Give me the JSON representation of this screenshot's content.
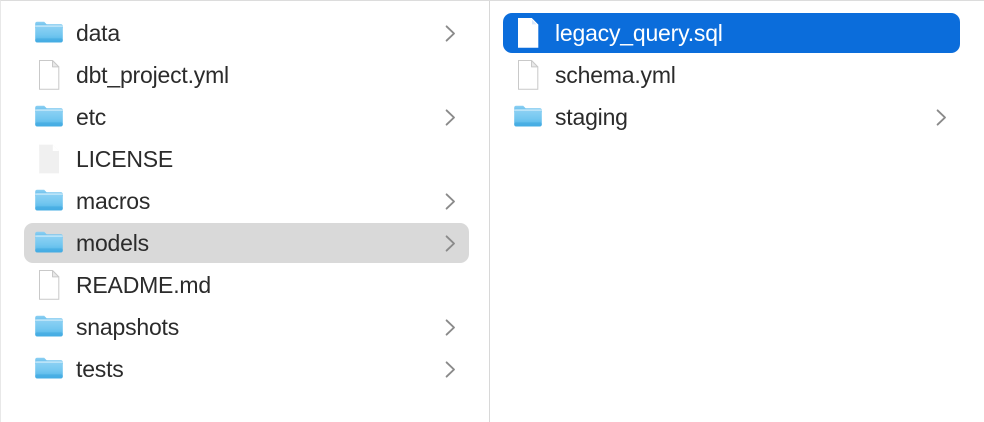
{
  "window": {
    "view": "column",
    "background_color": "#ffffff",
    "divider_color": "#d8d8d8"
  },
  "selection": {
    "active_color": "#0b6ddb",
    "inactive_color": "#d9d9d9",
    "active_text_color": "#ffffff",
    "text_color": "#2b2b2b"
  },
  "columns": [
    {
      "name": "parent-column",
      "items": [
        {
          "label": "data",
          "kind": "folder",
          "icon": "folder-icon",
          "disclosure": "chevron-right-icon",
          "state": "normal"
        },
        {
          "label": "dbt_project.yml",
          "kind": "file",
          "icon": "file-icon",
          "disclosure": "",
          "state": "normal"
        },
        {
          "label": "etc",
          "kind": "folder",
          "icon": "folder-icon",
          "disclosure": "chevron-right-icon",
          "state": "normal"
        },
        {
          "label": "LICENSE",
          "kind": "file",
          "icon": "file-plain-icon",
          "disclosure": "",
          "state": "normal"
        },
        {
          "label": "macros",
          "kind": "folder",
          "icon": "folder-icon",
          "disclosure": "chevron-right-icon",
          "state": "normal"
        },
        {
          "label": "models",
          "kind": "folder",
          "icon": "folder-icon",
          "disclosure": "chevron-right-icon",
          "state": "selected-inactive"
        },
        {
          "label": "README.md",
          "kind": "file",
          "icon": "file-icon",
          "disclosure": "",
          "state": "normal"
        },
        {
          "label": "snapshots",
          "kind": "folder",
          "icon": "folder-icon",
          "disclosure": "chevron-right-icon",
          "state": "normal"
        },
        {
          "label": "tests",
          "kind": "folder",
          "icon": "folder-icon",
          "disclosure": "chevron-right-icon",
          "state": "normal"
        }
      ]
    },
    {
      "name": "child-column",
      "items": [
        {
          "label": "legacy_query.sql",
          "kind": "file",
          "icon": "file-icon",
          "disclosure": "",
          "state": "selected-active"
        },
        {
          "label": "schema.yml",
          "kind": "file",
          "icon": "file-icon",
          "disclosure": "",
          "state": "normal"
        },
        {
          "label": "staging",
          "kind": "folder",
          "icon": "folder-icon",
          "disclosure": "chevron-right-icon",
          "state": "normal"
        }
      ]
    }
  ]
}
